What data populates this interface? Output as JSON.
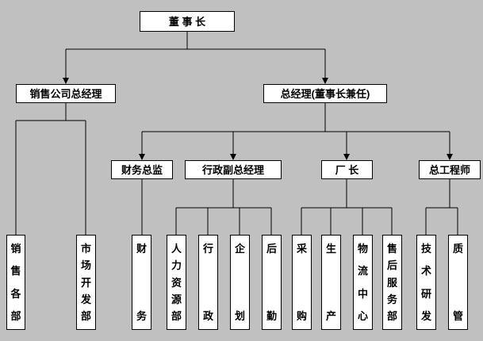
{
  "colors": {
    "background": "#c0c0c0",
    "box_fill": "#ffffff",
    "box_border": "#000000",
    "line": "#000000"
  },
  "nodes": {
    "chairman": {
      "label": "董 事 长"
    },
    "sales_gm": {
      "label": "销售公司总经理"
    },
    "gm": {
      "label": "总经理(董事长兼任)"
    },
    "finance_director": {
      "label": "财务总监"
    },
    "admin_deputy_gm": {
      "label": "行政副总经理"
    },
    "factory_director": {
      "label": "厂 长"
    },
    "chief_engineer": {
      "label": "总工程师"
    },
    "sales_depts": {
      "label": "销售各部"
    },
    "market_dev": {
      "label": "市场开发部"
    },
    "finance": {
      "label": "财务"
    },
    "hr": {
      "label": "人力资源部"
    },
    "admin": {
      "label": "行政"
    },
    "planning": {
      "label": "企划"
    },
    "logistics_support": {
      "label": "后勤"
    },
    "procurement": {
      "label": "采购"
    },
    "production": {
      "label": "生产"
    },
    "logistics_center": {
      "label": "物流中心"
    },
    "after_sales": {
      "label": "售后服务部"
    },
    "tech_rd": {
      "label": "技术研发"
    },
    "quality": {
      "label": "质管"
    }
  },
  "edges": [
    [
      "chairman",
      "sales_gm"
    ],
    [
      "chairman",
      "gm"
    ],
    [
      "sales_gm",
      "sales_depts"
    ],
    [
      "sales_gm",
      "market_dev"
    ],
    [
      "gm",
      "finance_director"
    ],
    [
      "gm",
      "admin_deputy_gm"
    ],
    [
      "gm",
      "factory_director"
    ],
    [
      "gm",
      "chief_engineer"
    ],
    [
      "finance_director",
      "finance"
    ],
    [
      "admin_deputy_gm",
      "hr"
    ],
    [
      "admin_deputy_gm",
      "admin"
    ],
    [
      "admin_deputy_gm",
      "planning"
    ],
    [
      "admin_deputy_gm",
      "logistics_support"
    ],
    [
      "factory_director",
      "procurement"
    ],
    [
      "factory_director",
      "production"
    ],
    [
      "factory_director",
      "logistics_center"
    ],
    [
      "factory_director",
      "after_sales"
    ],
    [
      "chief_engineer",
      "tech_rd"
    ],
    [
      "chief_engineer",
      "quality"
    ]
  ]
}
